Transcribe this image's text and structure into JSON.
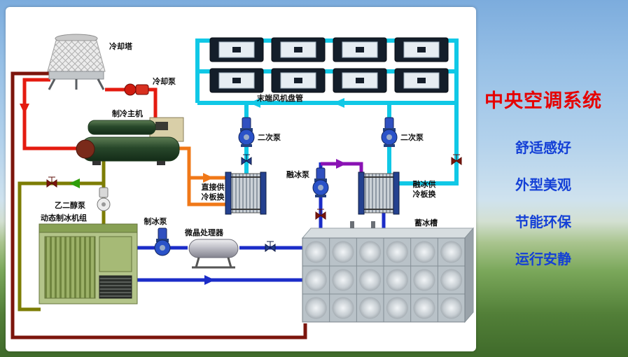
{
  "side": {
    "title": "中央空调系统",
    "title_color": "#e60000",
    "feature_color": "#1440d6",
    "features": [
      "舒适感好",
      "外型美观",
      "节能环保",
      "运行安静"
    ]
  },
  "diagram": {
    "labels": {
      "cooling_tower": "冷却塔",
      "cooling_pump": "冷却泵",
      "chiller": "制冷主机",
      "fan_coil": "末端风机盘管",
      "secondary_pump": "二次泵",
      "melt_pump": "融冰泵",
      "direct_hx_1": "直接供",
      "direct_hx_2": "冷板换",
      "melt_hx_1": "融冰供",
      "melt_hx_2": "冷板换",
      "glycol_pump": "乙二醇泵",
      "ice_maker": "动态制冰机组",
      "ice_pump": "制冰泵",
      "crystal_processor": "微晶处理器",
      "ice_tank": "蓄冰槽"
    },
    "colors": {
      "condenser_pipe": "#e41b10",
      "drain_pipe": "#7c150c",
      "glycol_pipe": "#7d7d05",
      "glycol_arrow": "#2f9e0a",
      "chilled_supply_pipe": "#10c8e6",
      "ice_water_pipe": "#1b2cc8",
      "melt_supply_pipe": "#8a12b4",
      "direct_supply_pipe": "#f07818"
    }
  }
}
